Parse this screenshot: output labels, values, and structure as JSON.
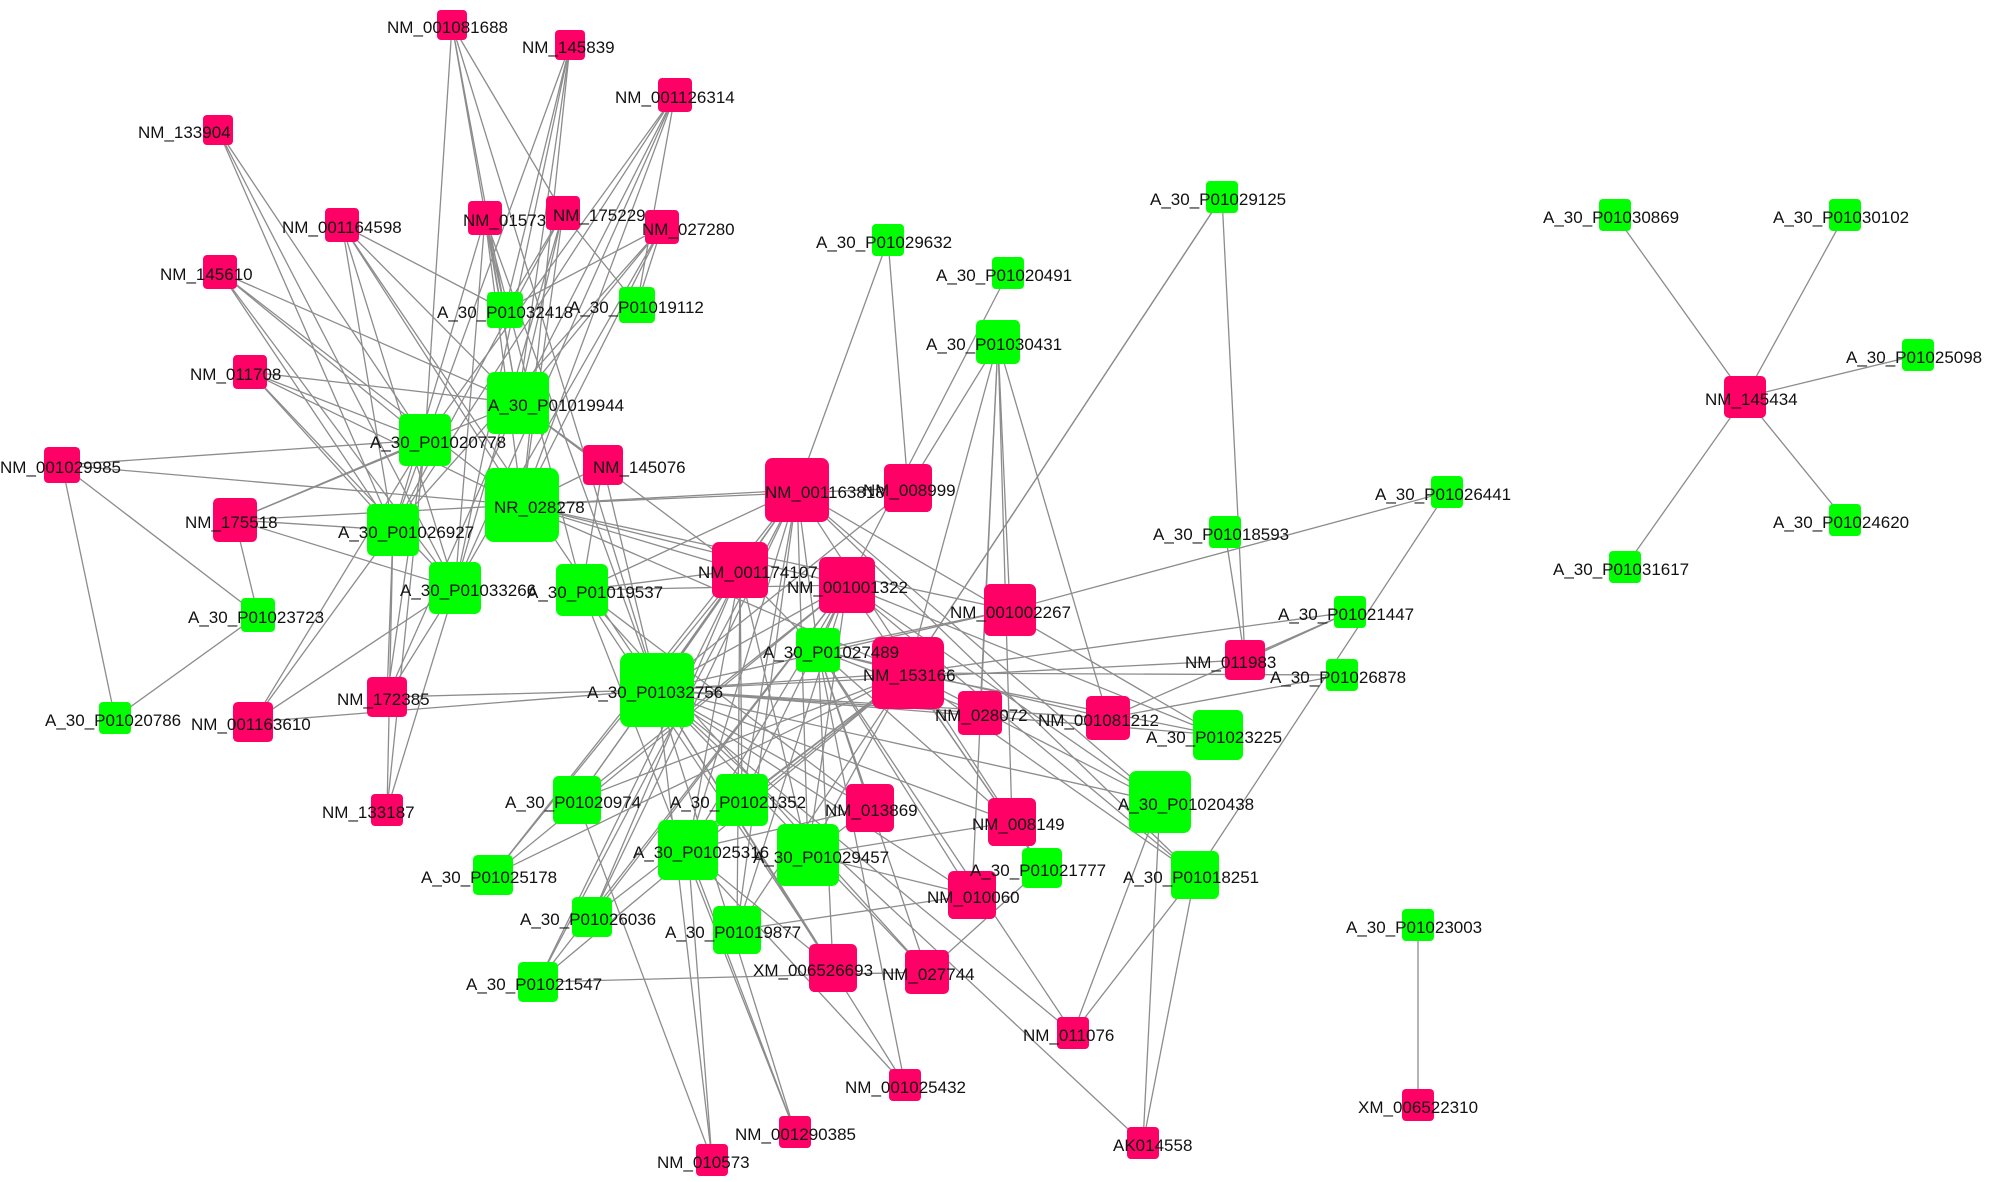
{
  "colors": {
    "mrna_node": "#ff0066",
    "lncrna_node": "#00ff00",
    "edge": "#8c8c8c",
    "label": "#111111",
    "background": "#ffffff"
  },
  "nodes": [
    {
      "id": "n1",
      "label": "NM_001081688",
      "kind": "mrna"
    },
    {
      "id": "n2",
      "label": "NM_145839",
      "kind": "mrna"
    },
    {
      "id": "n3",
      "label": "NM_001126314",
      "kind": "mrna"
    },
    {
      "id": "n4",
      "label": "NM_133904",
      "kind": "mrna"
    },
    {
      "id": "n5",
      "label": "NM_001164598",
      "kind": "mrna"
    },
    {
      "id": "n6",
      "label": "NM_015736",
      "kind": "mrna"
    },
    {
      "id": "n7",
      "label": "NM_175229",
      "kind": "mrna"
    },
    {
      "id": "n8",
      "label": "NM_027280",
      "kind": "mrna"
    },
    {
      "id": "n9",
      "label": "NM_145610",
      "kind": "mrna"
    },
    {
      "id": "n10",
      "label": "NM_011708",
      "kind": "mrna"
    },
    {
      "id": "n11",
      "label": "NM_001029985",
      "kind": "mrna"
    },
    {
      "id": "n12",
      "label": "NM_175518",
      "kind": "mrna"
    },
    {
      "id": "n13",
      "label": "NM_145076",
      "kind": "mrna"
    },
    {
      "id": "n14",
      "label": "NM_001163818",
      "kind": "mrna"
    },
    {
      "id": "n15",
      "label": "NM_008999",
      "kind": "mrna"
    },
    {
      "id": "n16",
      "label": "NM_001174107",
      "kind": "mrna"
    },
    {
      "id": "n17",
      "label": "NM_001001322",
      "kind": "mrna"
    },
    {
      "id": "n18",
      "label": "NM_001002267",
      "kind": "mrna"
    },
    {
      "id": "n19",
      "label": "NM_011983",
      "kind": "mrna"
    },
    {
      "id": "n20",
      "label": "NM_153166",
      "kind": "mrna"
    },
    {
      "id": "n21",
      "label": "NM_028072",
      "kind": "mrna"
    },
    {
      "id": "n22",
      "label": "NM_001081212",
      "kind": "mrna"
    },
    {
      "id": "n23",
      "label": "NM_172385",
      "kind": "mrna"
    },
    {
      "id": "n24",
      "label": "NM_001163610",
      "kind": "mrna"
    },
    {
      "id": "n25",
      "label": "NM_133187",
      "kind": "mrna"
    },
    {
      "id": "n26",
      "label": "NM_013869",
      "kind": "mrna"
    },
    {
      "id": "n27",
      "label": "NM_008149",
      "kind": "mrna"
    },
    {
      "id": "n28",
      "label": "NM_010060",
      "kind": "mrna"
    },
    {
      "id": "n29",
      "label": "XM_006526693",
      "kind": "mrna"
    },
    {
      "id": "n30",
      "label": "NM_027744",
      "kind": "mrna"
    },
    {
      "id": "n31",
      "label": "NM_011076",
      "kind": "mrna"
    },
    {
      "id": "n32",
      "label": "NM_001025432",
      "kind": "mrna"
    },
    {
      "id": "n33",
      "label": "NM_001290385",
      "kind": "mrna"
    },
    {
      "id": "n34",
      "label": "NM_010573",
      "kind": "mrna"
    },
    {
      "id": "n35",
      "label": "AK014558",
      "kind": "mrna"
    },
    {
      "id": "n36",
      "label": "NM_145434",
      "kind": "mrna"
    },
    {
      "id": "n37",
      "label": "XM_006522310",
      "kind": "mrna"
    },
    {
      "id": "g1",
      "label": "A_30_P01029125",
      "kind": "lncrna"
    },
    {
      "id": "g2",
      "label": "A_30_P01029632",
      "kind": "lncrna"
    },
    {
      "id": "g3",
      "label": "A_30_P01020491",
      "kind": "lncrna"
    },
    {
      "id": "g4",
      "label": "A_30_P01030431",
      "kind": "lncrna"
    },
    {
      "id": "g5",
      "label": "A_30_P01032418",
      "kind": "lncrna"
    },
    {
      "id": "g6",
      "label": "A_30_P01019112",
      "kind": "lncrna"
    },
    {
      "id": "g7",
      "label": "A_30_P01019944",
      "kind": "lncrna"
    },
    {
      "id": "g8",
      "label": "A_30_P01020778",
      "kind": "lncrna"
    },
    {
      "id": "g9",
      "label": "NR_028278",
      "kind": "lncrna"
    },
    {
      "id": "g10",
      "label": "A_30_P01026927",
      "kind": "lncrna"
    },
    {
      "id": "g11",
      "label": "A_30_P01033266",
      "kind": "lncrna"
    },
    {
      "id": "g12",
      "label": "A_30_P01019537",
      "kind": "lncrna"
    },
    {
      "id": "g13",
      "label": "A_30_P01023723",
      "kind": "lncrna"
    },
    {
      "id": "g14",
      "label": "A_30_P01020786",
      "kind": "lncrna"
    },
    {
      "id": "g15",
      "label": "A_30_P01032756",
      "kind": "lncrna"
    },
    {
      "id": "g16",
      "label": "A_30_P01027489",
      "kind": "lncrna"
    },
    {
      "id": "g17",
      "label": "A_30_P01018593",
      "kind": "lncrna"
    },
    {
      "id": "g18",
      "label": "A_30_P01026441",
      "kind": "lncrna"
    },
    {
      "id": "g19",
      "label": "A_30_P01021447",
      "kind": "lncrna"
    },
    {
      "id": "g20",
      "label": "A_30_P01026878",
      "kind": "lncrna"
    },
    {
      "id": "g21",
      "label": "A_30_P01023225",
      "kind": "lncrna"
    },
    {
      "id": "g22",
      "label": "A_30_P01020438",
      "kind": "lncrna"
    },
    {
      "id": "g23",
      "label": "A_30_P01018251",
      "kind": "lncrna"
    },
    {
      "id": "g24",
      "label": "A_30_P01021777",
      "kind": "lncrna"
    },
    {
      "id": "g25",
      "label": "A_30_P01020974",
      "kind": "lncrna"
    },
    {
      "id": "g26",
      "label": "A_30_P01021352",
      "kind": "lncrna"
    },
    {
      "id": "g27",
      "label": "A_30_P01025316",
      "kind": "lncrna"
    },
    {
      "id": "g28",
      "label": "A_30_P01029457",
      "kind": "lncrna"
    },
    {
      "id": "g29",
      "label": "A_30_P01025178",
      "kind": "lncrna"
    },
    {
      "id": "g30",
      "label": "A_30_P01026036",
      "kind": "lncrna"
    },
    {
      "id": "g31",
      "label": "A_30_P01019877",
      "kind": "lncrna"
    },
    {
      "id": "g32",
      "label": "A_30_P01021547",
      "kind": "lncrna"
    },
    {
      "id": "g33",
      "label": "A_30_P01030869",
      "kind": "lncrna"
    },
    {
      "id": "g34",
      "label": "A_30_P01030102",
      "kind": "lncrna"
    },
    {
      "id": "g35",
      "label": "A_30_P01025098",
      "kind": "lncrna"
    },
    {
      "id": "g36",
      "label": "A_30_P01024620",
      "kind": "lncrna"
    },
    {
      "id": "g37",
      "label": "A_30_P01031617",
      "kind": "lncrna"
    },
    {
      "id": "g38",
      "label": "A_30_P01023003",
      "kind": "lncrna"
    }
  ],
  "edges": [
    [
      "n1",
      "g5"
    ],
    [
      "n1",
      "g7"
    ],
    [
      "n1",
      "g8"
    ],
    [
      "n1",
      "n7"
    ],
    [
      "n1",
      "g15"
    ],
    [
      "n2",
      "g5"
    ],
    [
      "n2",
      "g7"
    ],
    [
      "n2",
      "g10"
    ],
    [
      "n2",
      "g9"
    ],
    [
      "n2",
      "g11"
    ],
    [
      "n3",
      "g6"
    ],
    [
      "n3",
      "g7"
    ],
    [
      "n3",
      "g8"
    ],
    [
      "n3",
      "g10"
    ],
    [
      "n3",
      "g9"
    ],
    [
      "n3",
      "g11"
    ],
    [
      "n4",
      "g10"
    ],
    [
      "n4",
      "g11"
    ],
    [
      "n4",
      "g8"
    ],
    [
      "n5",
      "g5"
    ],
    [
      "n5",
      "g7"
    ],
    [
      "n5",
      "g9"
    ],
    [
      "n5",
      "g11"
    ],
    [
      "n5",
      "g10"
    ],
    [
      "n5",
      "g15"
    ],
    [
      "n6",
      "g5"
    ],
    [
      "n6",
      "g7"
    ],
    [
      "n6",
      "g9"
    ],
    [
      "n6",
      "g10"
    ],
    [
      "n6",
      "g11"
    ],
    [
      "n6",
      "g15"
    ],
    [
      "n6",
      "g12"
    ],
    [
      "n7",
      "g5"
    ],
    [
      "n7",
      "g7"
    ],
    [
      "n7",
      "g9"
    ],
    [
      "n7",
      "g10"
    ],
    [
      "n7",
      "g11"
    ],
    [
      "n7",
      "g6"
    ],
    [
      "n8",
      "g5"
    ],
    [
      "n8",
      "g6"
    ],
    [
      "n8",
      "g7"
    ],
    [
      "n8",
      "g9"
    ],
    [
      "n8",
      "g11"
    ],
    [
      "n8",
      "g10"
    ],
    [
      "n9",
      "g7"
    ],
    [
      "n9",
      "g8"
    ],
    [
      "n9",
      "g9"
    ],
    [
      "n9",
      "g10"
    ],
    [
      "n9",
      "g11"
    ],
    [
      "n10",
      "g7"
    ],
    [
      "n10",
      "g8"
    ],
    [
      "n10",
      "g9"
    ],
    [
      "n10",
      "g10"
    ],
    [
      "n10",
      "g11"
    ],
    [
      "n11",
      "g8"
    ],
    [
      "n11",
      "g9"
    ],
    [
      "n11",
      "g14"
    ],
    [
      "n11",
      "g13"
    ],
    [
      "n12",
      "g8"
    ],
    [
      "n12",
      "g9"
    ],
    [
      "n12",
      "g10"
    ],
    [
      "n12",
      "g13"
    ],
    [
      "n12",
      "g11"
    ],
    [
      "n12",
      "g7"
    ],
    [
      "n13",
      "g7"
    ],
    [
      "n13",
      "g9"
    ],
    [
      "n13",
      "g15"
    ],
    [
      "n13",
      "g12"
    ],
    [
      "n14",
      "g9"
    ],
    [
      "n14",
      "g2"
    ],
    [
      "n14",
      "g15"
    ],
    [
      "n14",
      "g16"
    ],
    [
      "n14",
      "g12"
    ],
    [
      "n15",
      "g2"
    ],
    [
      "n15",
      "g4"
    ],
    [
      "n15",
      "g15"
    ],
    [
      "n15",
      "g9"
    ],
    [
      "n16",
      "g9"
    ],
    [
      "n16",
      "g15"
    ],
    [
      "n16",
      "g7"
    ],
    [
      "n16",
      "g16"
    ],
    [
      "n16",
      "g12"
    ],
    [
      "n17",
      "g9"
    ],
    [
      "n17",
      "g15"
    ],
    [
      "n17",
      "g16"
    ],
    [
      "n17",
      "g3"
    ],
    [
      "n17",
      "g12"
    ],
    [
      "n18",
      "g4"
    ],
    [
      "n18",
      "g9"
    ],
    [
      "n18",
      "g15"
    ],
    [
      "n18",
      "g16"
    ],
    [
      "n18",
      "g18"
    ],
    [
      "n19",
      "g17"
    ],
    [
      "n19",
      "g1"
    ],
    [
      "n19",
      "g15"
    ],
    [
      "n19",
      "g19"
    ],
    [
      "n20",
      "g4"
    ],
    [
      "n20",
      "g1"
    ],
    [
      "n20",
      "g15"
    ],
    [
      "n20",
      "g9"
    ],
    [
      "n20",
      "g16"
    ],
    [
      "n20",
      "g20"
    ],
    [
      "n21",
      "g15"
    ],
    [
      "n21",
      "g16"
    ],
    [
      "n21",
      "g4"
    ],
    [
      "n22",
      "g4"
    ],
    [
      "n22",
      "g15"
    ],
    [
      "n22",
      "g16"
    ],
    [
      "n22",
      "g20"
    ],
    [
      "n23",
      "g10"
    ],
    [
      "n23",
      "g11"
    ],
    [
      "n23",
      "g8"
    ],
    [
      "n23",
      "g7"
    ],
    [
      "n23",
      "g15"
    ],
    [
      "n24",
      "g10"
    ],
    [
      "n24",
      "g11"
    ],
    [
      "n24",
      "g8"
    ],
    [
      "n24",
      "g15"
    ],
    [
      "n25",
      "g10"
    ],
    [
      "n25",
      "g11"
    ],
    [
      "n25",
      "g8"
    ],
    [
      "n26",
      "g15"
    ],
    [
      "n26",
      "g16"
    ],
    [
      "n26",
      "g12"
    ],
    [
      "n26",
      "g27"
    ],
    [
      "n26",
      "g28"
    ],
    [
      "n27",
      "g15"
    ],
    [
      "n27",
      "g16"
    ],
    [
      "n27",
      "g4"
    ],
    [
      "n27",
      "g28"
    ],
    [
      "n28",
      "g15"
    ],
    [
      "n28",
      "g16"
    ],
    [
      "n28",
      "g4"
    ],
    [
      "n28",
      "g28"
    ],
    [
      "n28",
      "g31"
    ],
    [
      "n29",
      "g15"
    ],
    [
      "n29",
      "g16"
    ],
    [
      "n29",
      "g12"
    ],
    [
      "n29",
      "g27"
    ],
    [
      "n30",
      "g15"
    ],
    [
      "n30",
      "g16"
    ],
    [
      "n30",
      "g12"
    ],
    [
      "n30",
      "g24"
    ],
    [
      "n31",
      "g23"
    ],
    [
      "n31",
      "g22"
    ],
    [
      "n31",
      "g15"
    ],
    [
      "n31",
      "g16"
    ],
    [
      "n32",
      "g15"
    ],
    [
      "n32",
      "g16"
    ],
    [
      "n32",
      "g27"
    ],
    [
      "n33",
      "g15"
    ],
    [
      "n33",
      "g12"
    ],
    [
      "n33",
      "g27"
    ],
    [
      "n34",
      "g15"
    ],
    [
      "n34",
      "g25"
    ],
    [
      "n34",
      "g27"
    ],
    [
      "n35",
      "g23"
    ],
    [
      "n35",
      "g22"
    ],
    [
      "n35",
      "g15"
    ],
    [
      "g1",
      "n20"
    ],
    [
      "g13",
      "g14"
    ],
    [
      "g22",
      "g15"
    ],
    [
      "g22",
      "n20"
    ],
    [
      "g22",
      "n17"
    ],
    [
      "g22",
      "n14"
    ],
    [
      "g21",
      "g15"
    ],
    [
      "g21",
      "n20"
    ],
    [
      "g21",
      "n17"
    ],
    [
      "g21",
      "n14"
    ],
    [
      "g23",
      "n20"
    ],
    [
      "g23",
      "n17"
    ],
    [
      "g23",
      "n14"
    ],
    [
      "g23",
      "g18"
    ],
    [
      "g24",
      "n20"
    ],
    [
      "g24",
      "n17"
    ],
    [
      "g24",
      "n14"
    ],
    [
      "g25",
      "n20"
    ],
    [
      "g25",
      "n17"
    ],
    [
      "g25",
      "n14"
    ],
    [
      "g25",
      "n16"
    ],
    [
      "g26",
      "n20"
    ],
    [
      "g26",
      "n17"
    ],
    [
      "g26",
      "n14"
    ],
    [
      "g26",
      "n16"
    ],
    [
      "g27",
      "n20"
    ],
    [
      "g27",
      "n17"
    ],
    [
      "g27",
      "n14"
    ],
    [
      "g27",
      "n16"
    ],
    [
      "g28",
      "n20"
    ],
    [
      "g28",
      "n17"
    ],
    [
      "g28",
      "n14"
    ],
    [
      "g28",
      "n16"
    ],
    [
      "g29",
      "n20"
    ],
    [
      "g29",
      "n17"
    ],
    [
      "g29",
      "n14"
    ],
    [
      "g29",
      "n16"
    ],
    [
      "g30",
      "n20"
    ],
    [
      "g30",
      "n17"
    ],
    [
      "g30",
      "n14"
    ],
    [
      "g30",
      "n16"
    ],
    [
      "g31",
      "n20"
    ],
    [
      "g31",
      "n17"
    ],
    [
      "g31",
      "n14"
    ],
    [
      "g31",
      "n16"
    ],
    [
      "g32",
      "n20"
    ],
    [
      "g32",
      "n17"
    ],
    [
      "g32",
      "n14"
    ],
    [
      "g32",
      "n16"
    ],
    [
      "g32",
      "n30"
    ],
    [
      "g19",
      "n20"
    ],
    [
      "g19",
      "n22"
    ],
    [
      "g36",
      "n36"
    ],
    [
      "g33",
      "n36"
    ],
    [
      "g34",
      "n36"
    ],
    [
      "g35",
      "n36"
    ],
    [
      "g37",
      "n36"
    ],
    [
      "g38",
      "n37"
    ]
  ]
}
